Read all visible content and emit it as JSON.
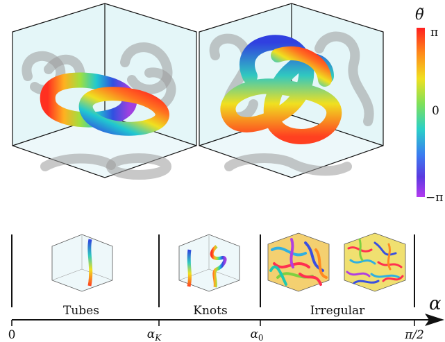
{
  "colorbar": {
    "symbol": "θ̃",
    "ticks": {
      "top": "π",
      "mid": "0",
      "bottom": "−π"
    },
    "colors": [
      "#ff2a2a",
      "#ff8a1a",
      "#f5e21a",
      "#7ee05a",
      "#2ad0c8",
      "#3a7cf0",
      "#5a3ae0",
      "#b43af0"
    ]
  },
  "regimes": {
    "tubes": "Tubes",
    "knots": "Knots",
    "irregular": "Irregular"
  },
  "axis": {
    "symbol": "α",
    "ticks": {
      "zero": "0",
      "k": "α",
      "k_sub": "K",
      "a0": "α",
      "a0_sub": "0",
      "end": "π/2"
    }
  },
  "panels": {
    "link": "link-panel",
    "knot": "trefoil-panel"
  }
}
